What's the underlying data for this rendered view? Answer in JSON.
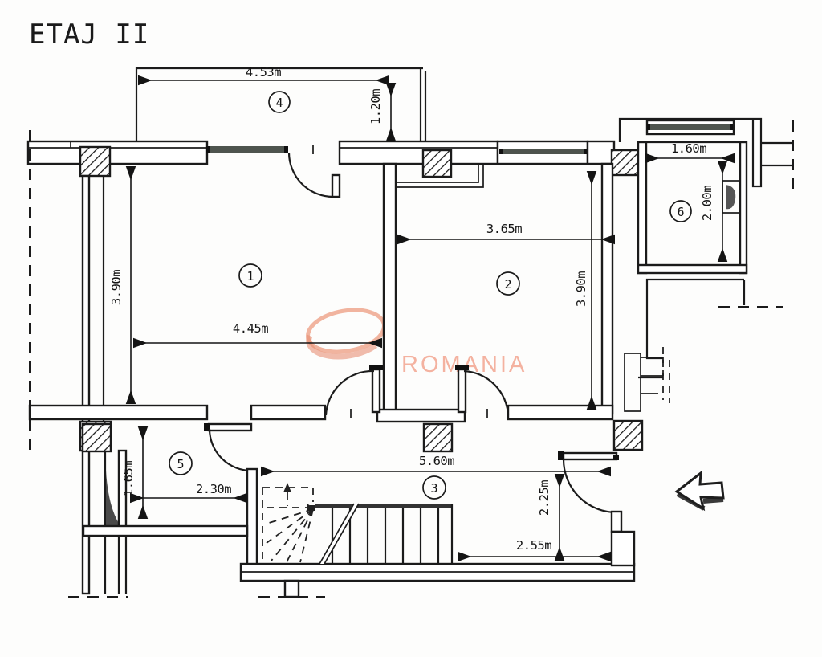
{
  "title": "ETAJ II",
  "watermark": {
    "text": "ROMANIA",
    "accent_color": "#f4b2a0"
  },
  "plan": {
    "drawing_type": "floor-plan",
    "floor_label": "ETAJ II"
  },
  "rooms": {
    "r1": {
      "number": "1",
      "width_label": "4.45m",
      "height_label": "3.90m"
    },
    "r2": {
      "number": "2",
      "width_label": "3.65m",
      "height_label": "3.90m"
    },
    "r3": {
      "number": "3",
      "width_label": "5.60m",
      "height_label": "2.25m",
      "extra_label": "2.55m"
    },
    "r4": {
      "number": "4",
      "width_label": "4.53m",
      "height_label": "1.20m"
    },
    "r5": {
      "number": "5",
      "width_label": "2.30m",
      "height_label": "1.65m"
    },
    "r6": {
      "number": "6",
      "width_label": "1.60m",
      "height_label": "2.00m"
    }
  }
}
